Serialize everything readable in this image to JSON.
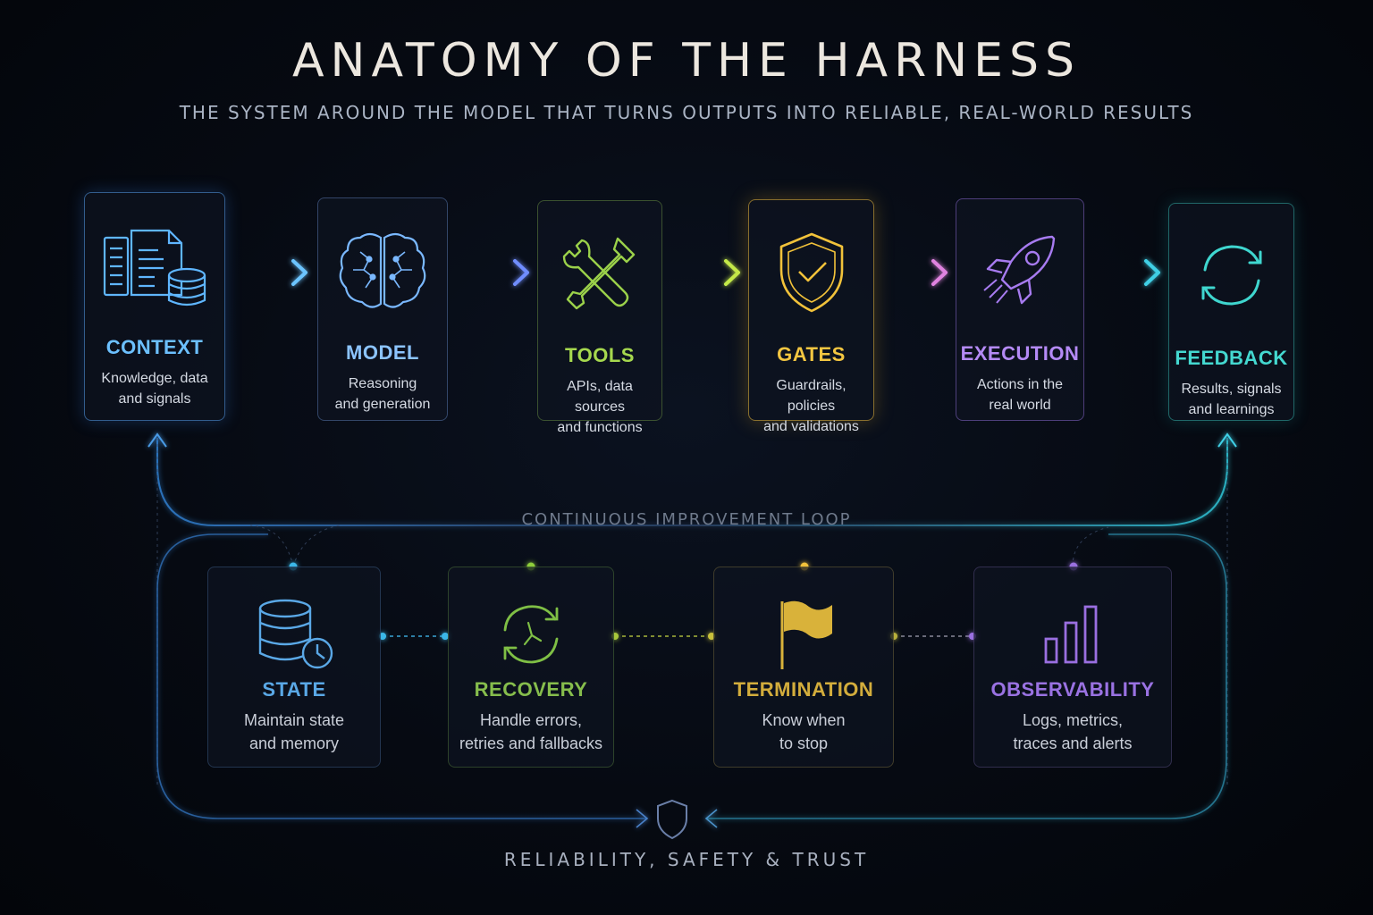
{
  "header": {
    "title": "ANATOMY OF THE HARNESS",
    "subtitle": "THE SYSTEM AROUND THE MODEL THAT TURNS OUTPUTS INTO RELIABLE, REAL-WORLD RESULTS"
  },
  "pipeline": [
    {
      "label": "CONTEXT",
      "desc1": "Knowledge, data",
      "desc2": "and signals",
      "color": "#5fb6ff",
      "icon": "documents-database-icon"
    },
    {
      "label": "MODEL",
      "desc1": "Reasoning",
      "desc2": "and generation",
      "color": "#7ab8ff",
      "icon": "brain-icon"
    },
    {
      "label": "TOOLS",
      "desc1": "APIs, data sources",
      "desc2": "and functions",
      "color": "#9bd14a",
      "icon": "wrench-screwdriver-icon"
    },
    {
      "label": "GATES",
      "desc1": "Guardrails, policies",
      "desc2": "and validations",
      "color": "#f2c23a",
      "icon": "shield-check-icon"
    },
    {
      "label": "EXECUTION",
      "desc1": "Actions in the",
      "desc2": "real world",
      "color": "#a77bf0",
      "icon": "rocket-icon"
    },
    {
      "label": "FEEDBACK",
      "desc1": "Results, signals",
      "desc2": "and learnings",
      "color": "#3fd6cf",
      "icon": "refresh-cycle-icon"
    }
  ],
  "loop_label": "CONTINUOUS IMPROVEMENT LOOP",
  "support": [
    {
      "label": "STATE",
      "desc1": "Maintain state",
      "desc2": "and memory",
      "color": "#5aa8e6",
      "icon": "database-clock-icon"
    },
    {
      "label": "RECOVERY",
      "desc1": "Handle errors,",
      "desc2": "retries and fallbacks",
      "color": "#7fbf45",
      "icon": "retry-cycle-icon"
    },
    {
      "label": "TERMINATION",
      "desc1": "Know when",
      "desc2": "to stop",
      "color": "#d9b23a",
      "icon": "flag-icon"
    },
    {
      "label": "OBSERVABILITY",
      "desc1": "Logs, metrics,",
      "desc2": "traces and alerts",
      "color": "#9a6fe0",
      "icon": "bar-chart-icon"
    }
  ],
  "footer": "RELIABILITY, SAFETY & TRUST"
}
